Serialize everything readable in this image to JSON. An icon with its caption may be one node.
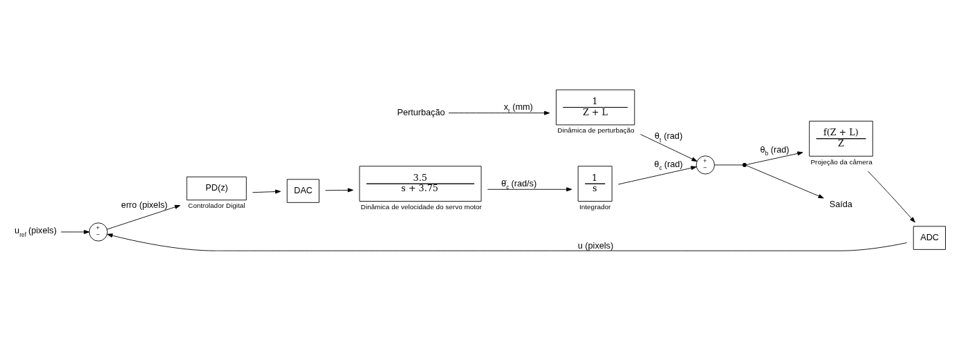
{
  "diagram": {
    "nodes": [
      {
        "text": [
          "u$_{ref}$ (pixels)"
        ]
      },
      {
        "text": [
          "+",
          "−"
        ]
      },
      {
        "text": [
          "PD(z)"
        ],
        "beside": [
          "Controlador Digital"
        ]
      },
      {
        "text": [
          "DAC"
        ]
      },
      {
        "text": [
          "3.5",
          "s + 3.75"
        ],
        "beside": [
          "Dinâmica de velocidade do servo motor"
        ]
      },
      {
        "text": [
          "1",
          "s"
        ],
        "beside": [
          "Integrador"
        ]
      },
      {
        "text": [
          "+",
          "−"
        ]
      },
      {
        "text": [
          "Saída"
        ]
      },
      {
        "text": [],
        "shape": "circle"
      },
      {
        "text": [
          "f(Z + L)",
          "Z"
        ],
        "beside": [
          "Projeção da câmera"
        ]
      },
      {
        "text": [
          "ADC"
        ]
      },
      {
        "text": [
          "Perturbação"
        ]
      },
      {
        "text": [
          "1",
          "Z + L"
        ],
        "beside": [
          "Dinâmica de perturbação"
        ]
      }
    ],
    "edges": [
      {
        "from": 0,
        "to": 1,
        "arrow": "to"
      },
      {
        "from": 1,
        "to": 2,
        "arrow": "to",
        "label": "erro (pixels)"
      },
      {
        "from": 2,
        "to": 3,
        "arrow": "to"
      },
      {
        "from": 3,
        "to": 4,
        "arrow": "to"
      },
      {
        "from": 4,
        "to": 5,
        "arrow": "to",
        "label": "θ̇$_{c}$ (rad/s)"
      },
      {
        "from": 5,
        "to": 6,
        "arrow": "to",
        "label": "θ$_{c}$ (rad)"
      },
      {
        "from": 6,
        "to": 8,
        "arrow": "none"
      },
      {
        "from": 8,
        "to": 7,
        "arrow": "to"
      },
      {
        "from": 8,
        "to": 9,
        "arrow": "to",
        "label": "θ$_{b}$ (rad)"
      },
      {
        "from": 9,
        "to": 10,
        "arrow": "to"
      },
      {
        "from": 10,
        "to": 1,
        "arrow": "to",
        "label": "u (pixels)"
      },
      {
        "from": 11,
        "to": 12,
        "arrow": "to",
        "label": "x$_{t}$ (mm)"
      },
      {
        "from": 12,
        "to": 6,
        "arrow": "to",
        "label": "θ$_{t}$ (rad)"
      }
    ]
  }
}
